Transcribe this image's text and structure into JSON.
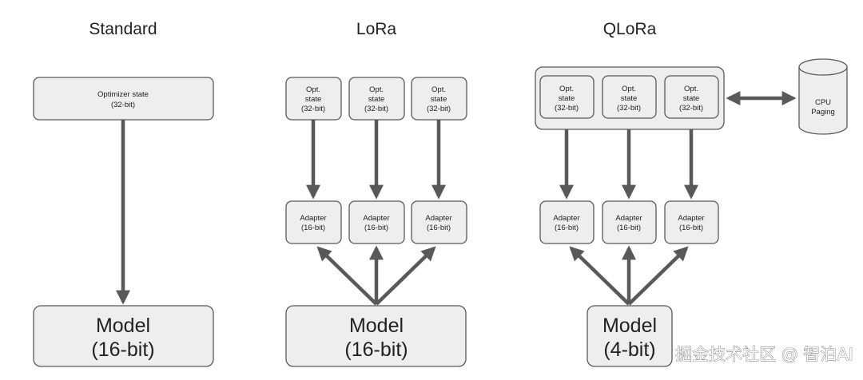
{
  "titles": {
    "standard": "Standard",
    "lora": "LoRa",
    "qlora": "QLoRa"
  },
  "standard": {
    "optimizer_line1": "Optimizer state",
    "optimizer_line2": "(32-bit)",
    "model_line1": "Model",
    "model_line2": "(16-bit)"
  },
  "lora": {
    "opt_line1": "Opt.",
    "opt_line2": "state",
    "opt_line3": "(32-bit)",
    "adapter_line1": "Adapter",
    "adapter_line2": "(16-bit)",
    "model_line1": "Model",
    "model_line2": "(16-bit)"
  },
  "qlora": {
    "opt_line1": "Opt.",
    "opt_line2": "state",
    "opt_line3": "(32-bit)",
    "adapter_line1": "Adapter",
    "adapter_line2": "(16-bit)",
    "model_line1": "Model",
    "model_line2": "(4-bit)",
    "cpu_line1": "CPU",
    "cpu_line2": "Paging"
  },
  "watermark": "掘金技术社区 @ 智泊AI"
}
